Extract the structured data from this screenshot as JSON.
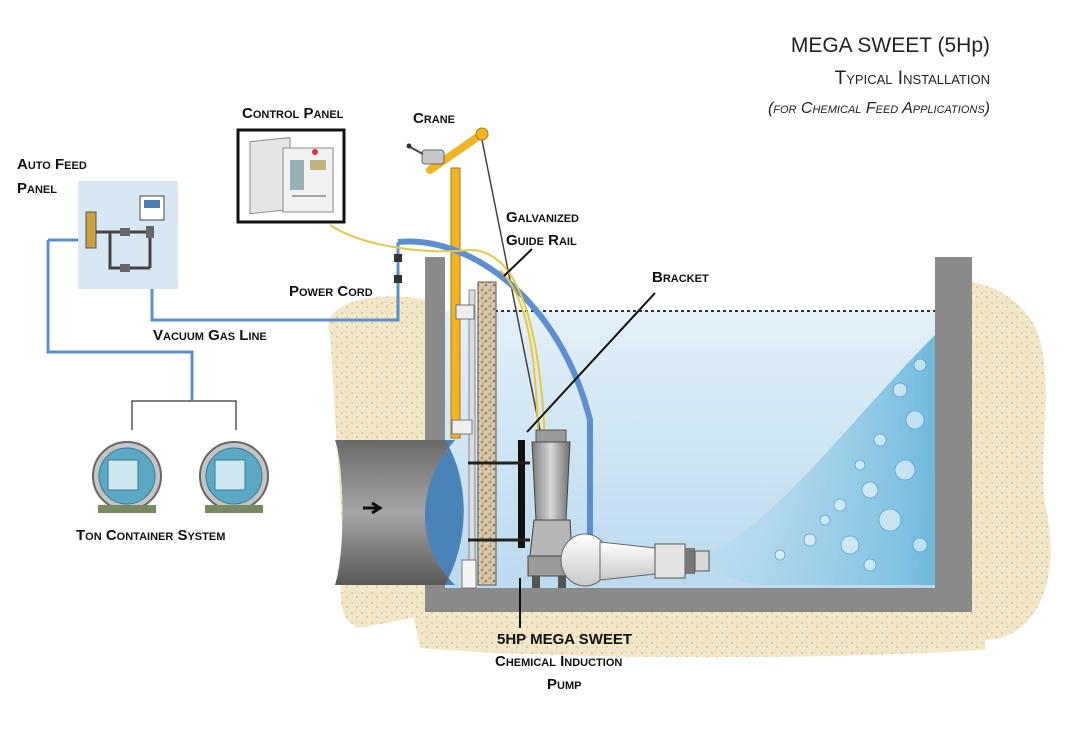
{
  "title": {
    "main": "MEGA SWEET (5Hp)",
    "sub": "Typical Installation",
    "note": "(for Chemical Feed Applications)"
  },
  "labels": {
    "auto_feed_panel_1": "Auto Feed",
    "auto_feed_panel_2": "Panel",
    "control_panel": "Control Panel",
    "crane": "Crane",
    "galvanized_1": "Galvanized",
    "galvanized_2": "Guide Rail",
    "bracket": "Bracket",
    "power_cord": "Power Cord",
    "vacuum_gas_line": "Vacuum Gas Line",
    "ton_container_system": "Ton Container System",
    "pump_1": "5HP MEGA  SWEET",
    "pump_2": "Chemical Induction",
    "pump_3": "Pump"
  },
  "colors": {
    "vacuum_line": "#5b8fd0",
    "power_cord": "#e8c840",
    "crane": "#f0b424",
    "tank_wall": "#8a8a8a",
    "ground": "#efe3bf",
    "water": "#cfe6f4"
  }
}
